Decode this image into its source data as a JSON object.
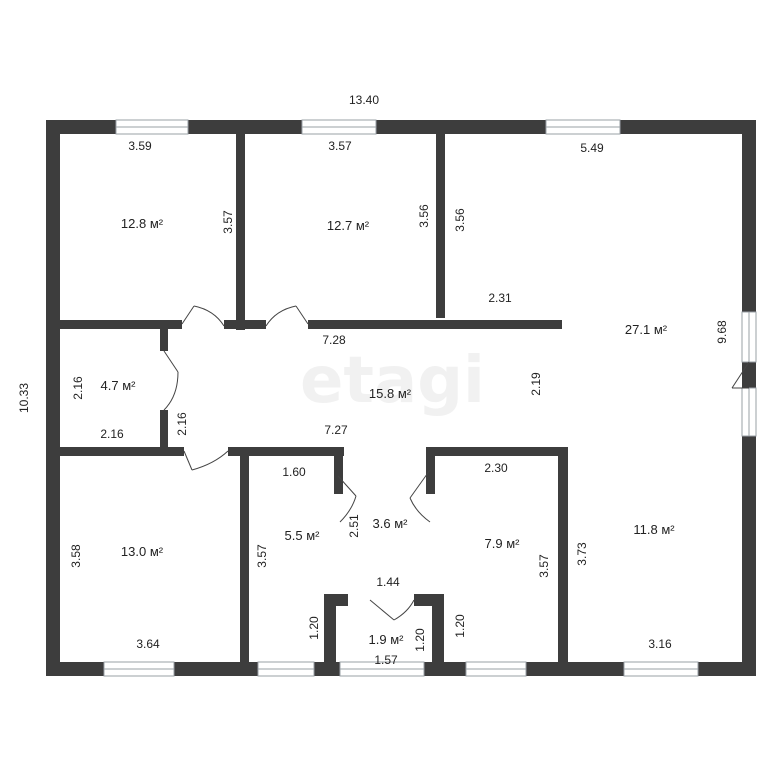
{
  "watermark": "etagi",
  "overall": {
    "width": "13.40",
    "height": "10.33",
    "right_wall": "9.68"
  },
  "colors": {
    "wall": "#3d3d3d",
    "window": "#9aa0a6",
    "background": "#ffffff"
  },
  "rooms": [
    {
      "id": "room-a",
      "area": "12.8 м²",
      "dims": [
        "3.59",
        "3.57"
      ]
    },
    {
      "id": "room-b",
      "area": "12.7 м²",
      "dims": [
        "3.57",
        "3.56"
      ]
    },
    {
      "id": "room-c",
      "area": "27.1 м²",
      "dims": [
        "5.49",
        "3.56",
        "2.31"
      ]
    },
    {
      "id": "room-d",
      "area": "4.7 м²",
      "dims": [
        "2.16",
        "2.16",
        "2.16"
      ]
    },
    {
      "id": "hall",
      "area": "15.8 м²",
      "dims": [
        "7.28",
        "7.27",
        "2.19"
      ]
    },
    {
      "id": "room-e",
      "area": "13.0 м²",
      "dims": [
        "3.58",
        "3.64"
      ]
    },
    {
      "id": "room-f",
      "area": "5.5 м²",
      "dims": [
        "1.60",
        "3.57",
        "1.20"
      ]
    },
    {
      "id": "corridor",
      "area": "3.6 м²",
      "dims": [
        "2.51",
        "1.44"
      ]
    },
    {
      "id": "room-g",
      "area": "1.9 м²",
      "dims": [
        "1.20",
        "1.57"
      ]
    },
    {
      "id": "room-h",
      "area": "7.9 м²",
      "dims": [
        "2.30",
        "3.57",
        "1.20"
      ]
    },
    {
      "id": "room-i",
      "area": "11.8 м²",
      "dims": [
        "3.73",
        "3.16"
      ]
    }
  ]
}
